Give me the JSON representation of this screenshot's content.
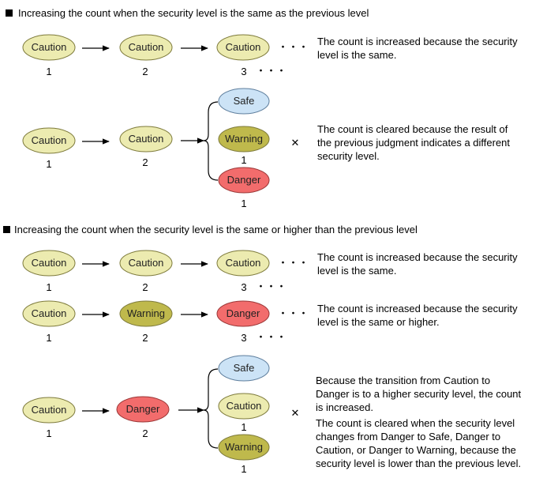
{
  "colors": {
    "Caution": "#ecebb0",
    "Warning": "#bfb94c",
    "Danger": "#f26c6c",
    "Safe": "#cce3f6",
    "stroke": "#7d7a3b",
    "safe_stroke": "#5d7d9c",
    "danger_stroke": "#9a3636",
    "line": "#000000"
  },
  "section1": {
    "title": "Increasing the count when the security level is the same as the previous level",
    "row1": {
      "nodes": [
        {
          "label": "Caution",
          "count": "1"
        },
        {
          "label": "Caution",
          "count": "2"
        },
        {
          "label": "Caution",
          "count": "3"
        }
      ],
      "ellipsis": "・・・",
      "ellipsis2": "・・・",
      "description": [
        "The count is increased because the security",
        "level is the same."
      ]
    },
    "row2": {
      "nodes": [
        {
          "label": "Caution",
          "count": "1"
        },
        {
          "label": "Caution",
          "count": "2"
        }
      ],
      "branches": [
        {
          "label": "Safe",
          "count": ""
        },
        {
          "label": "Warning",
          "count": "1"
        },
        {
          "label": "Danger",
          "count": "1"
        }
      ],
      "cross": "✕",
      "description": [
        "The count is cleared because the result of",
        "the previous judgment indicates a different",
        "security level."
      ]
    }
  },
  "section2": {
    "title": "Increasing the count when the security level is the same or higher than the previous level",
    "row1": {
      "nodes": [
        {
          "label": "Caution",
          "count": "1"
        },
        {
          "label": "Caution",
          "count": "2"
        },
        {
          "label": "Caution",
          "count": "3"
        }
      ],
      "ellipsis": "・・・",
      "ellipsis2": "・・・",
      "description": [
        "The count is increased because the security",
        "level is the same."
      ]
    },
    "row2": {
      "nodes": [
        {
          "label": "Caution",
          "count": "1"
        },
        {
          "label": "Warning",
          "count": "2"
        },
        {
          "label": "Danger",
          "count": "3"
        }
      ],
      "ellipsis": "・・・",
      "ellipsis2": "・・・",
      "description": [
        "The count is increased because the security",
        "level is the same or higher."
      ]
    },
    "row3": {
      "nodes": [
        {
          "label": "Caution",
          "count": "1"
        },
        {
          "label": "Danger",
          "count": "2"
        }
      ],
      "branches": [
        {
          "label": "Safe",
          "count": ""
        },
        {
          "label": "Caution",
          "count": "1"
        },
        {
          "label": "Warning",
          "count": "1"
        }
      ],
      "cross": "✕",
      "description1": [
        "Because the transition from Caution to",
        "Danger is to a higher security level, the count",
        "is increased."
      ],
      "description2": [
        "The count is cleared when the security level",
        "changes from Danger to Safe, Danger to",
        "Caution, or Danger to Warning, because the",
        "security level is lower than the previous level."
      ]
    }
  }
}
